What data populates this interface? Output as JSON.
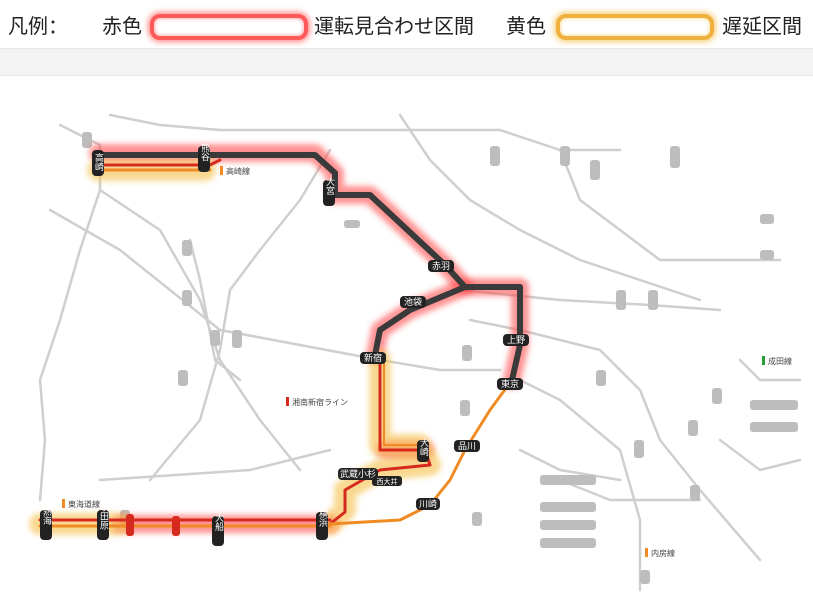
{
  "legend": {
    "title": "凡例：",
    "red_label": "赤色",
    "red_meaning": "運転見合わせ区間",
    "yellow_label": "黄色",
    "yellow_meaning": "遅延区間"
  },
  "colors": {
    "suspended": "#ff5a5a",
    "delayed": "#f0b040",
    "line_dark": "#333333",
    "line_orange": "#f08a24",
    "line_red": "#d62a1e",
    "base_grey": "#cccccc"
  },
  "stations": [
    {
      "key": "takasaki",
      "label": "高崎"
    },
    {
      "key": "kumagaya",
      "label": "熊谷"
    },
    {
      "key": "omiya",
      "label": "大宮"
    },
    {
      "key": "akabane",
      "label": "赤羽"
    },
    {
      "key": "ikebukuro",
      "label": "池袋"
    },
    {
      "key": "shinjuku",
      "label": "新宿"
    },
    {
      "key": "ueno",
      "label": "上野"
    },
    {
      "key": "tokyo",
      "label": "東京"
    },
    {
      "key": "osaki",
      "label": "大崎"
    },
    {
      "key": "shinagawa",
      "label": "品川"
    },
    {
      "key": "musashikosugi",
      "label": "武蔵小杉"
    },
    {
      "key": "kawasaki",
      "label": "川崎"
    },
    {
      "key": "yokohama",
      "label": "横浜"
    },
    {
      "key": "ofuna",
      "label": "大船"
    },
    {
      "key": "odawara",
      "label": "小田原"
    },
    {
      "key": "atami",
      "label": "熱海"
    }
  ],
  "line_labels": {
    "takasaki_line": "高崎線",
    "shonan_shinjuku": "湘南新宿ライン",
    "tokaido": "東海道線",
    "narita": "成田線",
    "uchibo": "内房線",
    "nishioi": "西大井"
  }
}
